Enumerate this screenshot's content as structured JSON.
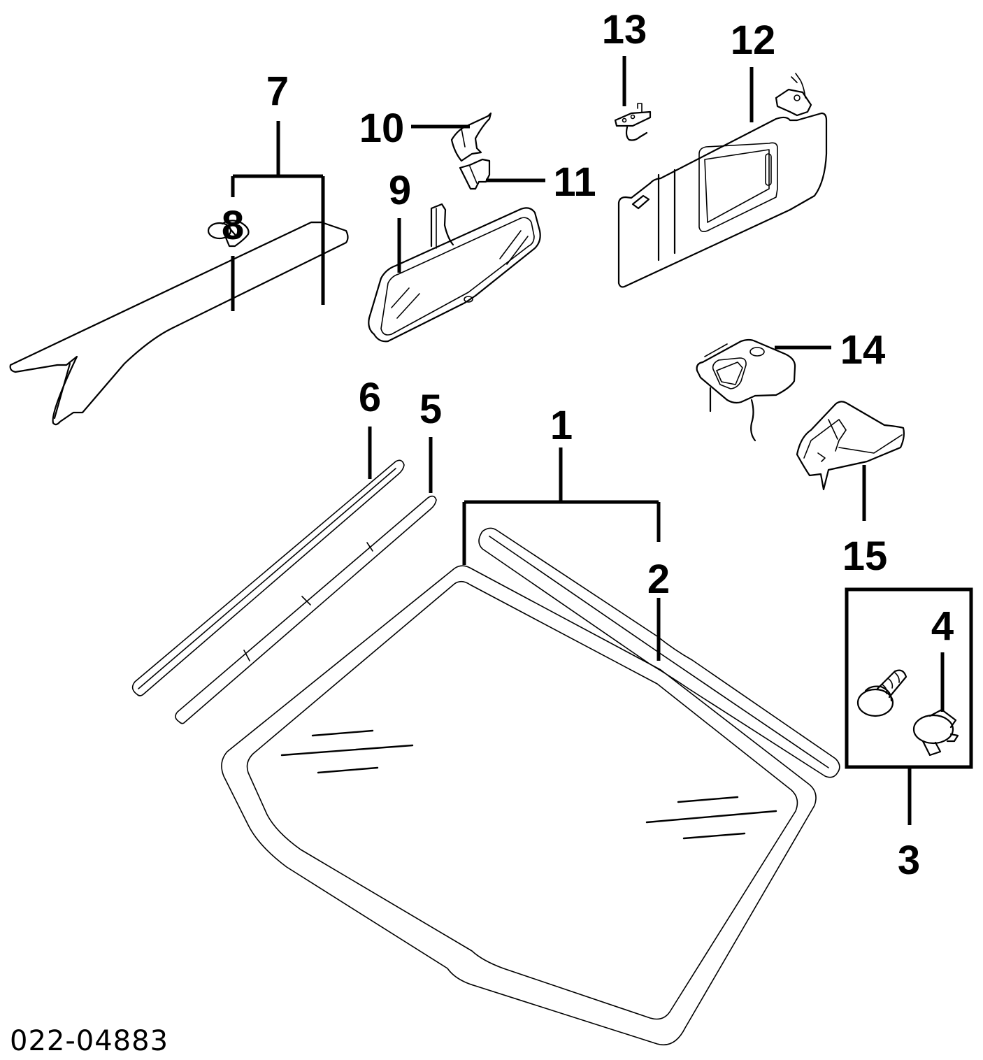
{
  "diagram": {
    "type": "exploded-parts-diagram",
    "diagram_id": "022-04883",
    "colors": {
      "line": "#000000",
      "background": "#ffffff"
    },
    "callouts": [
      {
        "number": "1",
        "part": "windshield-assembly"
      },
      {
        "number": "2",
        "part": "upper-molding"
      },
      {
        "number": "3",
        "part": "fastener-kit-box"
      },
      {
        "number": "4",
        "part": "clip"
      },
      {
        "number": "5",
        "part": "side-molding-right"
      },
      {
        "number": "6",
        "part": "side-molding-left"
      },
      {
        "number": "7",
        "part": "a-pillar-trim"
      },
      {
        "number": "8",
        "part": "pillar-clip"
      },
      {
        "number": "9",
        "part": "rearview-mirror"
      },
      {
        "number": "10",
        "part": "mirror-cover-upper"
      },
      {
        "number": "11",
        "part": "mirror-cover-lower"
      },
      {
        "number": "12",
        "part": "sun-visor"
      },
      {
        "number": "13",
        "part": "visor-holder"
      },
      {
        "number": "14",
        "part": "dome-lamp"
      },
      {
        "number": "15",
        "part": "lamp-bracket"
      }
    ]
  }
}
